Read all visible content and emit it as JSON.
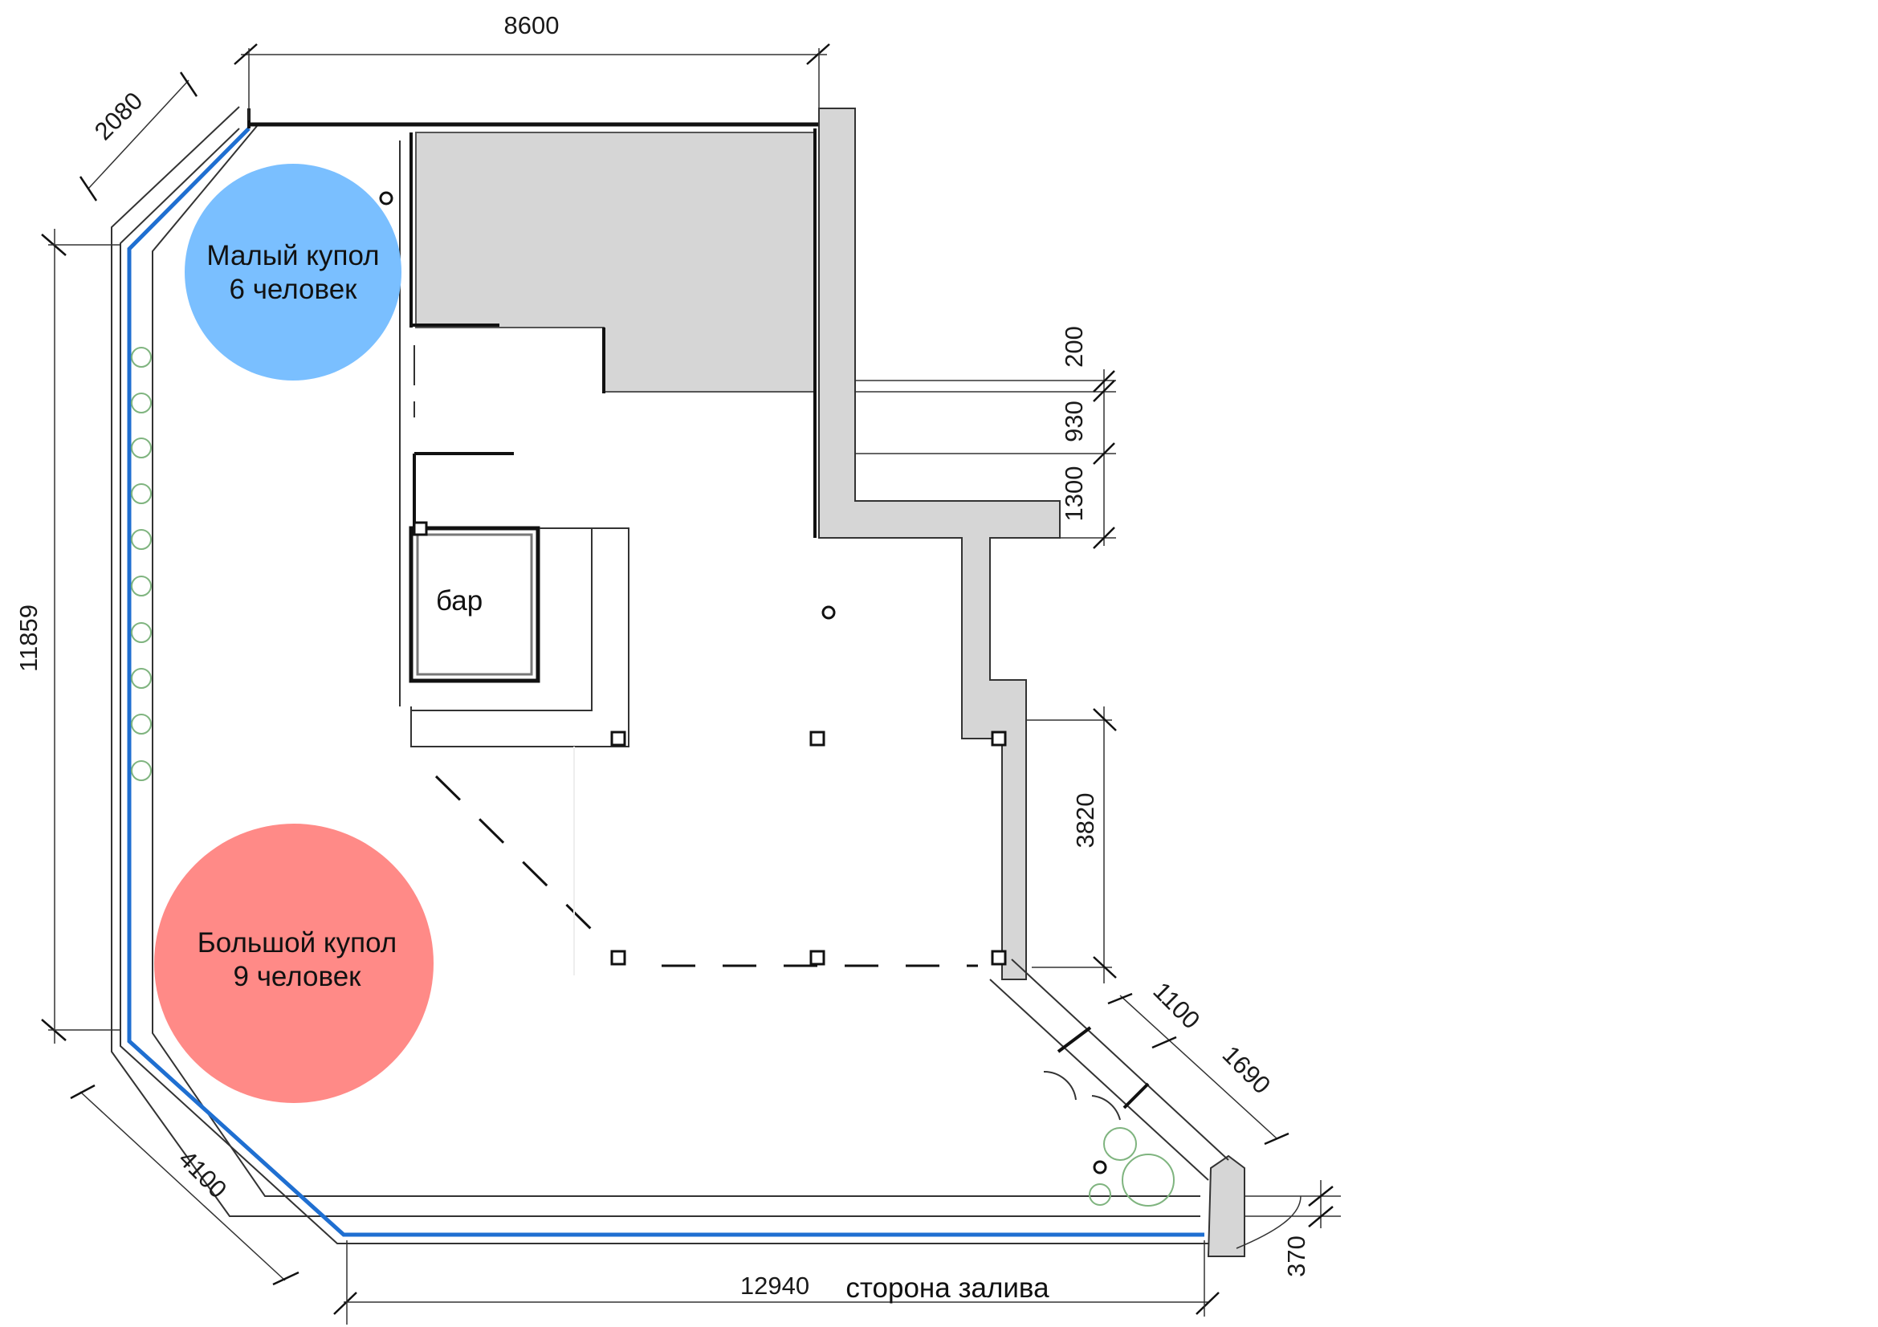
{
  "dimensions": {
    "top_width": "8600",
    "corner_top_left": "2080",
    "left_height": "11859",
    "right_step_1": "200",
    "right_step_2": "930",
    "right_step_3": "1300",
    "right_lower": "3820",
    "entrance_1": "1100",
    "entrance_2": "1690",
    "corner_bottom_left": "4100",
    "bottom_width": "12940",
    "bottom_right": "370"
  },
  "zones": {
    "small_dome": {
      "title": "Малый купол",
      "capacity": "6 человек",
      "color": "#7ABFFF"
    },
    "large_dome": {
      "title": "Большой купол",
      "capacity": "9 человек",
      "color": "#FF8A87"
    }
  },
  "labels": {
    "bar": "бар",
    "bay_side": "сторона залива"
  },
  "colors": {
    "wall_fill": "#d6d6d6",
    "glass_line": "#1f6fd1"
  }
}
